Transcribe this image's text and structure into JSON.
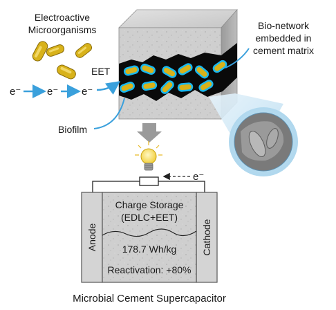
{
  "labels": {
    "microorganisms_line1": "Electroactive",
    "microorganisms_line2": "Microorganisms",
    "bionetwork_line1": "Bio-network",
    "bionetwork_line2": "embedded in",
    "bionetwork_line3": "cement matrix",
    "eet": "EET",
    "electron": "e⁻",
    "biofilm": "Biofilm",
    "charge_storage_line1": "Charge Storage",
    "charge_storage_line2": "(EDLC+EET)",
    "energy_density": "178.7 Wh/kg",
    "reactivation": "Reactivation: +80%",
    "anode": "Anode",
    "cathode": "Cathode",
    "title": "Microbial Cement Supercapacitor"
  },
  "colors": {
    "electron_arrow": "#3aa0dc",
    "bacteria": "#d8b21a",
    "bacteria_glow": "#18b8f0",
    "crack": "#0a0a0a",
    "cement": "#c9c9c9",
    "down_arrow": "#9a9a9a"
  },
  "icons": [
    "bacterium-icon",
    "lightbulb-icon",
    "resistor-icon",
    "arrow-down-icon",
    "electron-arrow-icon"
  ]
}
